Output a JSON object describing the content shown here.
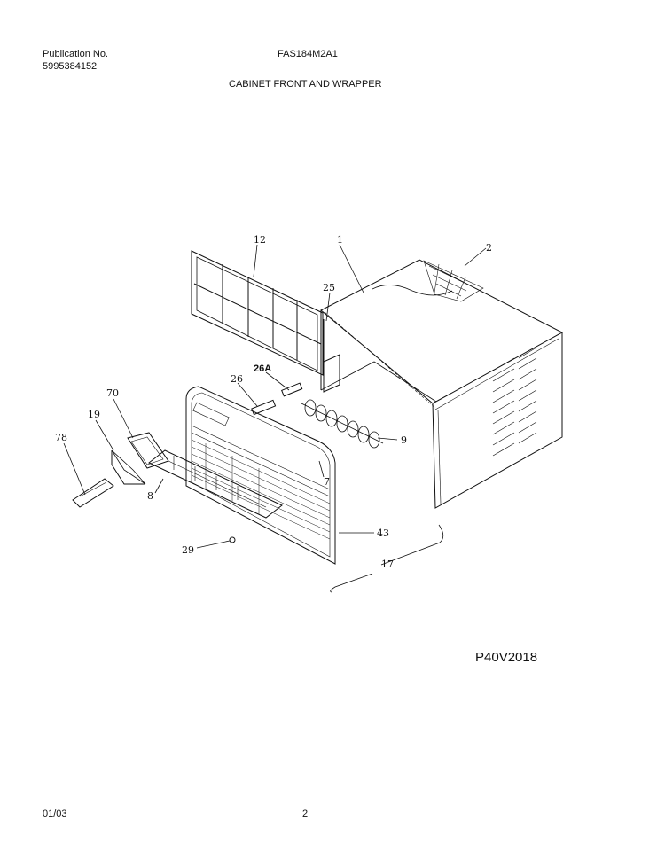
{
  "header": {
    "publication_label": "Publication No.",
    "publication_number": "5995384152",
    "model": "FAS184M2A1",
    "section_title": "CABINET FRONT AND WRAPPER"
  },
  "diagram": {
    "art_code": "P40V2018",
    "callouts": [
      "12",
      "1",
      "2",
      "25",
      "26A",
      "26",
      "70",
      "19",
      "78",
      "9",
      "7",
      "8",
      "43",
      "29",
      "17"
    ]
  },
  "footer": {
    "date": "01/03",
    "page": "2"
  }
}
